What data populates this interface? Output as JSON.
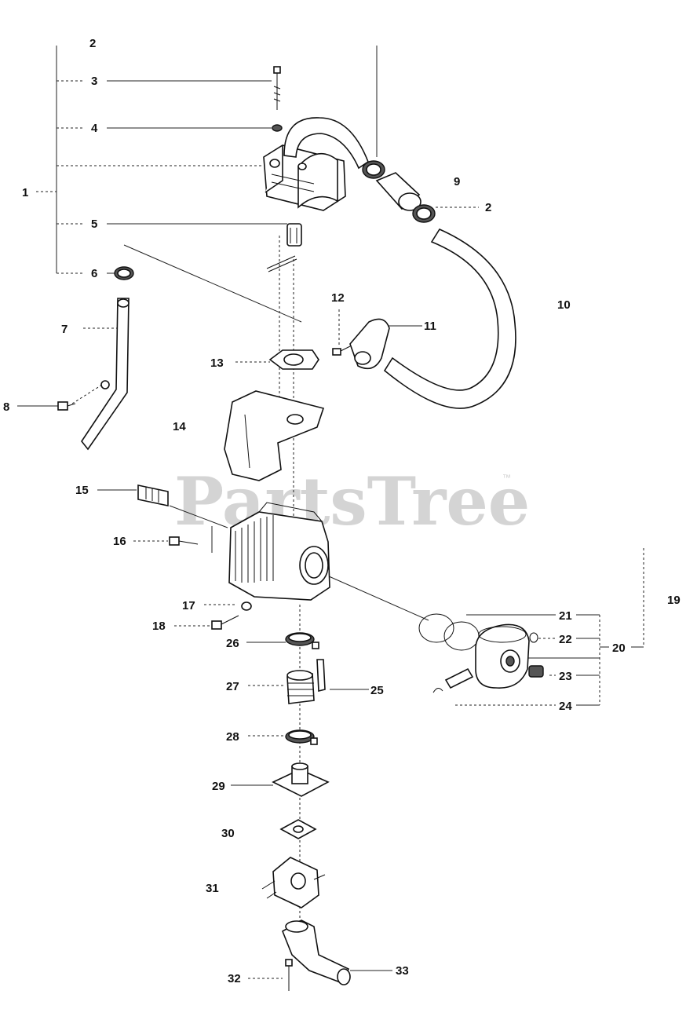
{
  "watermark": {
    "brand": "PartsTree",
    "trademark": "™"
  },
  "callouts": {
    "c1": "1",
    "c2a": "2",
    "c2b": "2",
    "c3": "3",
    "c4": "4",
    "c5": "5",
    "c6": "6",
    "c7": "7",
    "c8": "8",
    "c9": "9",
    "c10": "10",
    "c11": "11",
    "c12": "12",
    "c13": "13",
    "c14": "14",
    "c15": "15",
    "c16": "16",
    "c17": "17",
    "c18": "18",
    "c19": "19",
    "c20": "20",
    "c21": "21",
    "c22": "22",
    "c23": "23",
    "c24": "24",
    "c25": "25",
    "c26": "26",
    "c27": "27",
    "c28": "28",
    "c29": "29",
    "c30": "30",
    "c31": "31",
    "c32": "32",
    "c33": "33"
  }
}
